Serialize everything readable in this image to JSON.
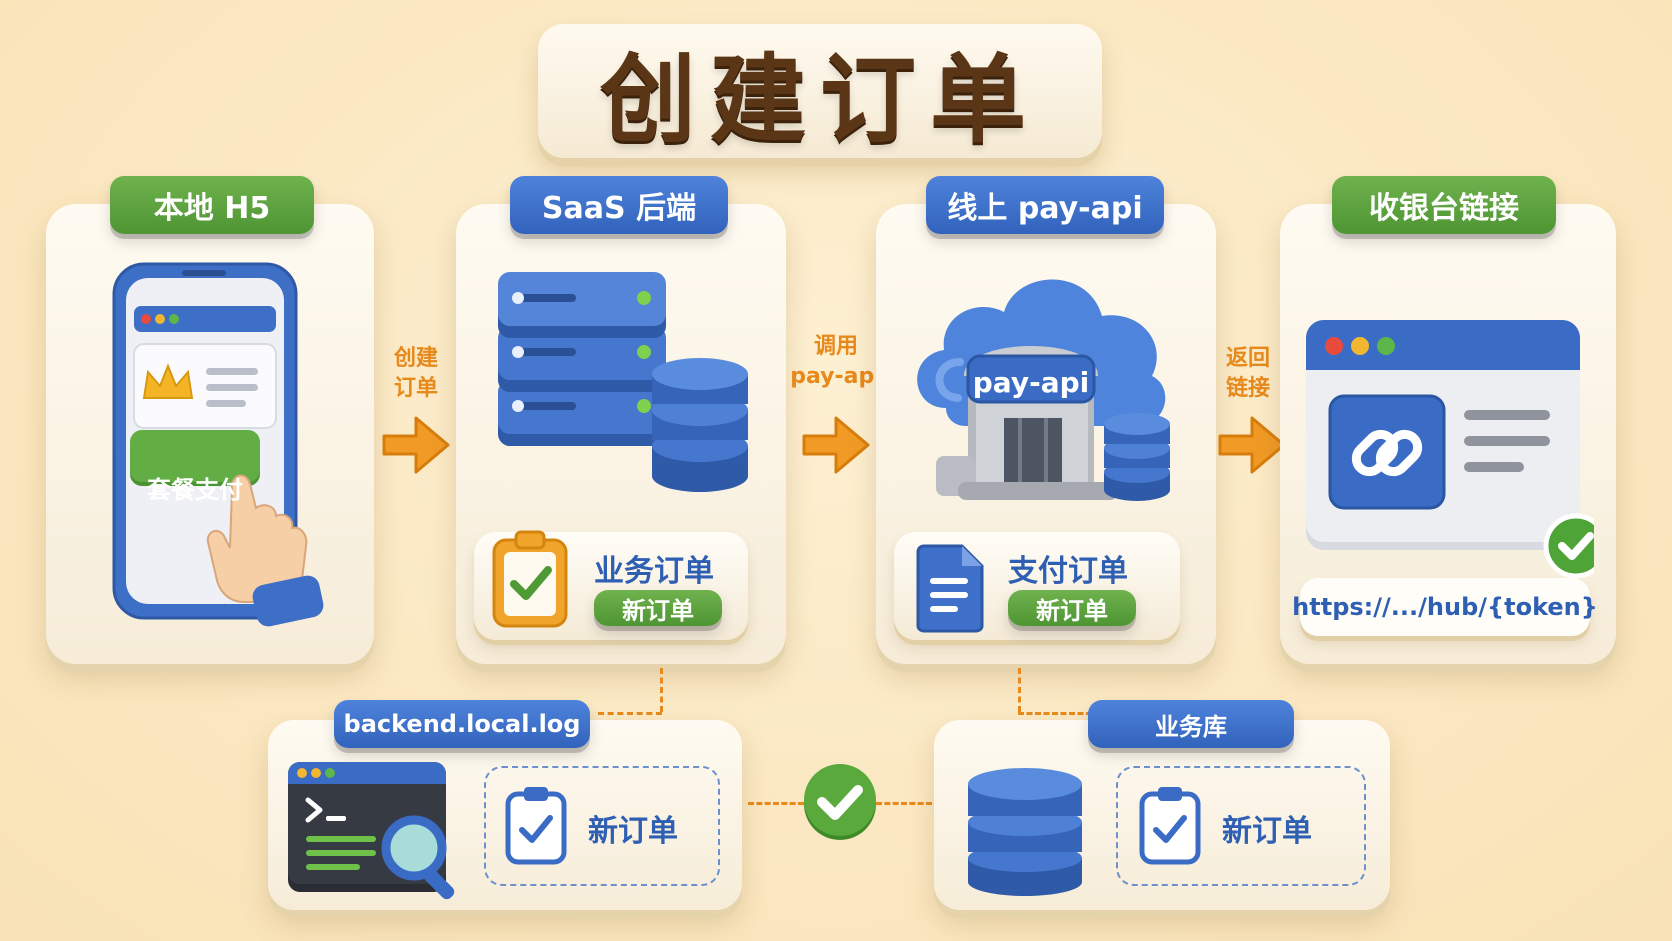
{
  "title": "创建订单",
  "steps": [
    {
      "label": "本地 H5",
      "button": "套餐支付"
    },
    {
      "label": "SaaS 后端",
      "sub_title": "业务订单",
      "sub_badge": "新订单"
    },
    {
      "label": "线上 pay-api",
      "gateway": "pay-api",
      "sub_title": "支付订单",
      "sub_badge": "新订单"
    },
    {
      "label": "收银台链接",
      "url": "https://.../hub/{token}"
    }
  ],
  "arrows": [
    {
      "line1": "创建",
      "line2": "订单"
    },
    {
      "line1": "调用",
      "line2": "pay-api"
    },
    {
      "line1": "返回",
      "line2": "链接"
    }
  ],
  "stores": [
    {
      "label": "backend.local.log",
      "item": "新订单"
    },
    {
      "label": "业务库",
      "item": "新订单"
    }
  ],
  "colors": {
    "green": "#5aa23c",
    "blue": "#3a6cc6",
    "orange": "#e7891b",
    "title_brown": "#5b3616"
  }
}
